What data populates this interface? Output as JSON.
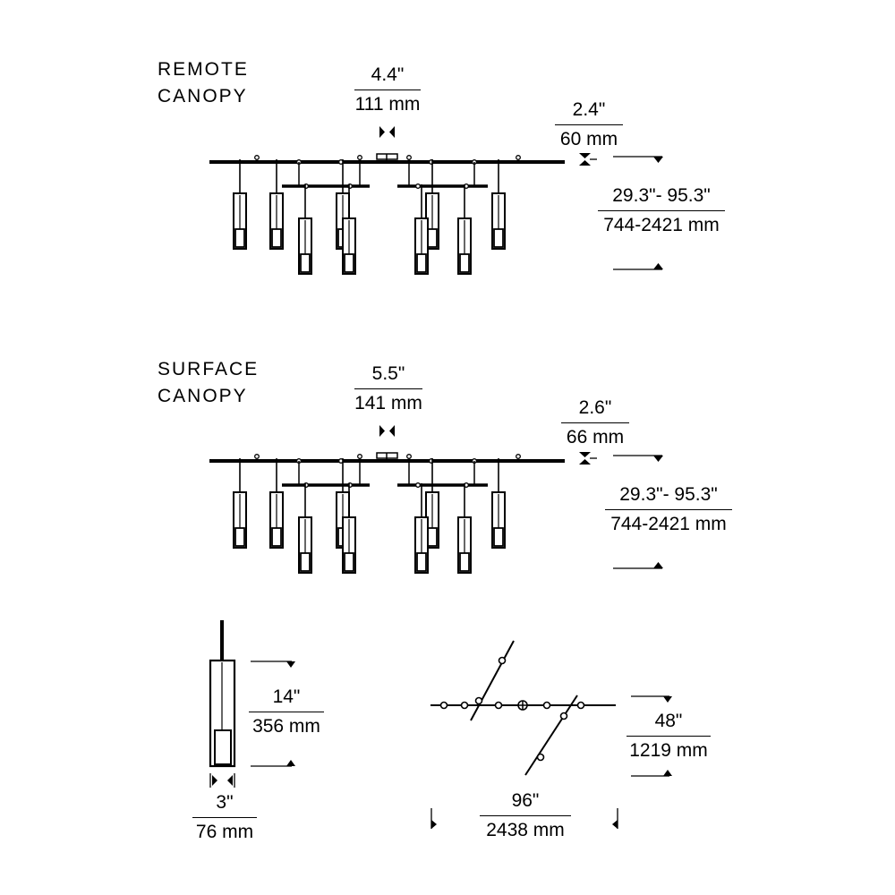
{
  "remote": {
    "title_line1": "REMOTE",
    "title_line2": "CANOPY",
    "canopy_width": {
      "imperial": "4.4\"",
      "metric": "111 mm"
    },
    "canopy_height": {
      "imperial": "2.4\"",
      "metric": "60 mm"
    },
    "overall_height": {
      "imperial": "29.3\"- 95.3\"",
      "metric": "744-2421 mm"
    }
  },
  "surface": {
    "title_line1": "SURFACE",
    "title_line2": "CANOPY",
    "canopy_width": {
      "imperial": "5.5\"",
      "metric": "141 mm"
    },
    "canopy_height": {
      "imperial": "2.6\"",
      "metric": "66 mm"
    },
    "overall_height": {
      "imperial": "29.3\"- 95.3\"",
      "metric": "744-2421 mm"
    }
  },
  "pendant": {
    "height": {
      "imperial": "14\"",
      "metric": "356 mm"
    },
    "width": {
      "imperial": "3\"",
      "metric": "76 mm"
    }
  },
  "plan": {
    "depth": {
      "imperial": "48\"",
      "metric": "1219 mm"
    },
    "width": {
      "imperial": "96\"",
      "metric": "2438 mm"
    }
  }
}
